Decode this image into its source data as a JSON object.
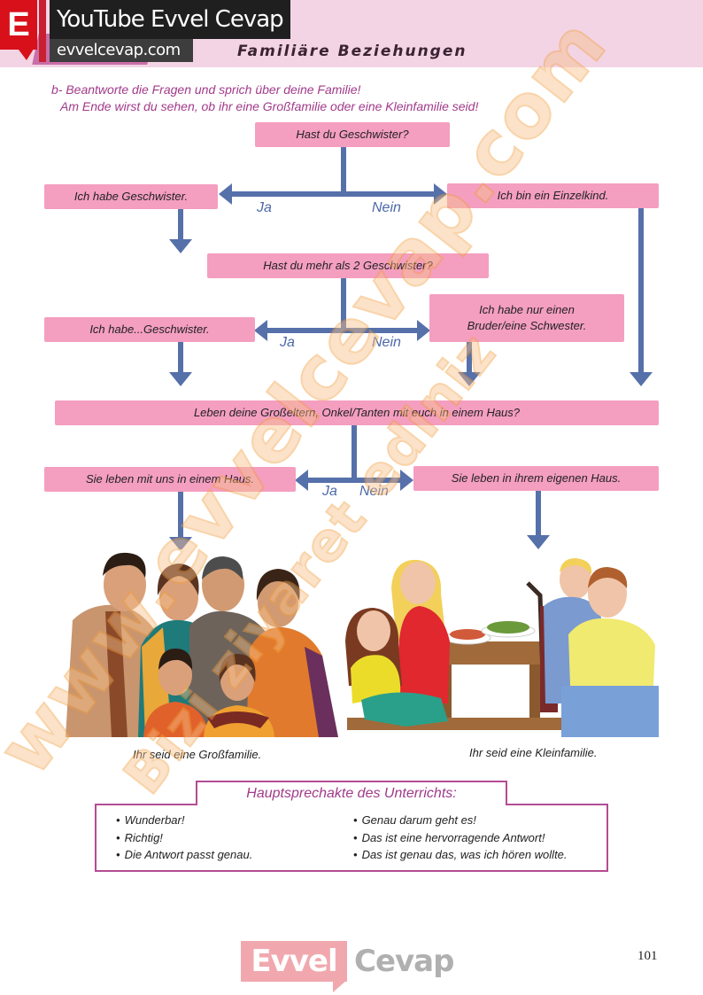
{
  "header": {
    "logo_letter": "E",
    "channel_title": "YouTube Evvel Cevap",
    "site_url": "evvelcevap.com",
    "unit_title": "Familiäre Beziehungen"
  },
  "instructions": {
    "line1": "b- Beantworte die Fragen und sprich über deine Familie!",
    "line2": "Am Ende wirst du sehen, ob ihr eine Großfamilie oder eine Kleinfamilie seid!"
  },
  "flowchart": {
    "q1": "Hast du Geschwister?",
    "q1_yes": "Ich habe Geschwister.",
    "q1_no": "Ich bin ein Einzelkind.",
    "q2": "Hast du mehr als 2 Geschwister?",
    "q2_yes": "Ich habe...Geschwister.",
    "q2_no_line1": "Ich habe nur einen",
    "q2_no_line2": "Bruder/eine Schwester.",
    "q3": "Leben deine Großeltern, Onkel/Tanten mit euch in einem Haus?",
    "q3_yes": "Sie leben mit uns in einem Haus.",
    "q3_no": "Sie leben in ihrem eigenen Haus.",
    "yes_label": "Ja",
    "no_label": "Nein"
  },
  "illustrations": {
    "left_caption": "Ihr seid eine Großfamilie.",
    "right_caption": "Ihr seid eine Kleinfamilie."
  },
  "phrases": {
    "title": "Hauptsprechakte des Unterrichts:",
    "left": [
      "Wunderbar!",
      "Richtig!",
      "Die Antwort passt genau."
    ],
    "right": [
      "Genau darum geht es!",
      "Das ist eine hervorragende Antwort!",
      "Das ist genau das, was ich hören wollte."
    ]
  },
  "footer": {
    "logo_part1": "Evvel",
    "logo_part2": "Cevap",
    "page_number": "101"
  },
  "watermark": {
    "line1": "www.evvelcevap.com",
    "line2": "Bizi ziyaret ediniz"
  },
  "colors": {
    "header_band": "#f3d4e4",
    "box_pink": "#f49ec0",
    "arrow_blue": "#5670aa",
    "accent_purple": "#a13a8a",
    "logo_red": "#d7101a"
  }
}
